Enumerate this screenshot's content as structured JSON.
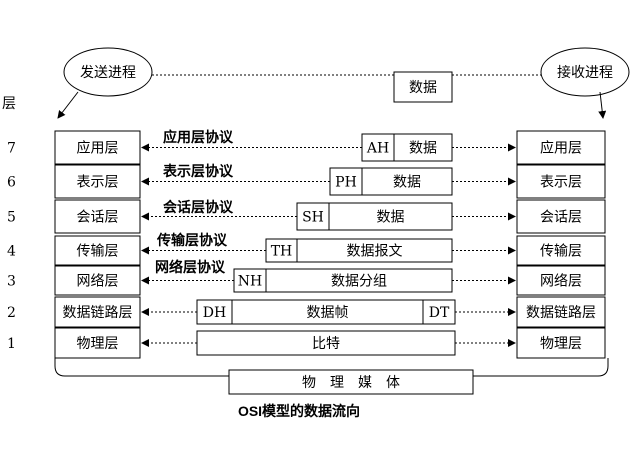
{
  "processes": {
    "sender": "发送进程",
    "receiver": "接收进程"
  },
  "layer_header": "层",
  "layers": [
    {
      "num": "7",
      "name": "应用层",
      "protocol": "应用层协议"
    },
    {
      "num": "6",
      "name": "表示层",
      "protocol": "表示层协议"
    },
    {
      "num": "5",
      "name": "会话层",
      "protocol": "会话层协议"
    },
    {
      "num": "4",
      "name": "传输层",
      "protocol": "传输层协议"
    },
    {
      "num": "3",
      "name": "网络层",
      "protocol": "网络层协议"
    },
    {
      "num": "2",
      "name": "数据链路层",
      "protocol": ""
    },
    {
      "num": "1",
      "name": "物理层",
      "protocol": ""
    }
  ],
  "packets": {
    "top": "数据",
    "rows": [
      {
        "header": "AH",
        "body": "数据",
        "trailer": ""
      },
      {
        "header": "PH",
        "body": "数据",
        "trailer": ""
      },
      {
        "header": "SH",
        "body": "数据",
        "trailer": ""
      },
      {
        "header": "TH",
        "body": "数据报文",
        "trailer": ""
      },
      {
        "header": "NH",
        "body": "数据分组",
        "trailer": ""
      },
      {
        "header": "DH",
        "body": "数据帧",
        "trailer": "DT"
      },
      {
        "header": "",
        "body": "比特",
        "trailer": ""
      }
    ]
  },
  "medium": "物　理　媒　体",
  "caption": "OSI模型的数据流向"
}
